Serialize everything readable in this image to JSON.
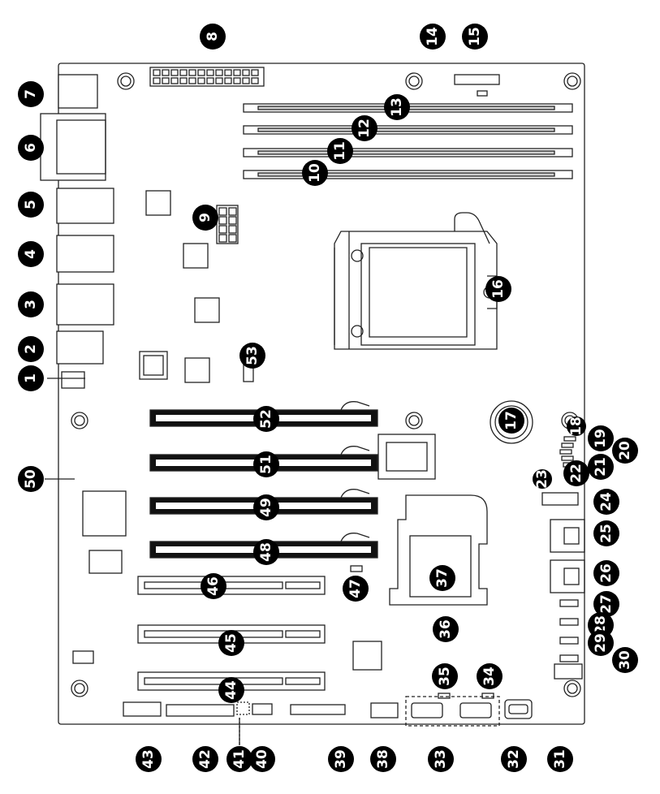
{
  "diagram": {
    "title": "Motherboard layout",
    "colors": {
      "outline": "#222222",
      "callout_fill": "#000000",
      "callout_text": "#ffffff",
      "slot_fill": "#111111",
      "dimm_fill": "#cfcfcf"
    },
    "callouts": [
      "1",
      "2",
      "3",
      "4",
      "5",
      "6",
      "7",
      "8",
      "9",
      "10",
      "11",
      "12",
      "13",
      "14",
      "15",
      "16",
      "17",
      "18",
      "19",
      "20",
      "21",
      "22",
      "23",
      "24",
      "25",
      "26",
      "27",
      "28",
      "29",
      "30",
      "31",
      "32",
      "33",
      "34",
      "35",
      "36",
      "37",
      "38",
      "39",
      "40",
      "41",
      "42",
      "43",
      "44",
      "45",
      "46",
      "47",
      "48",
      "49",
      "50",
      "51",
      "52",
      "53"
    ]
  }
}
